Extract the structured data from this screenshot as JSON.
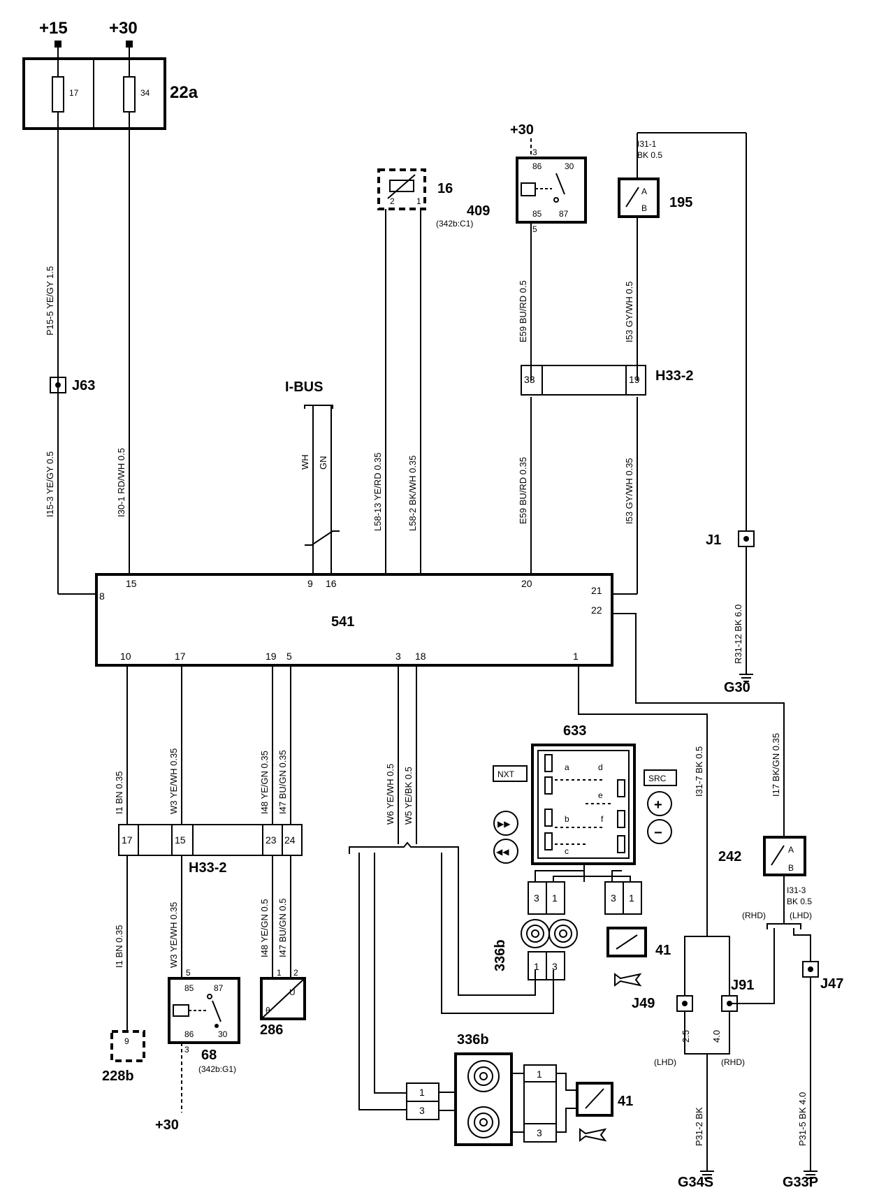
{
  "supply": {
    "kl15": "+15",
    "kl30": "+30",
    "kl30_relay": "+30",
    "kl30_bottom": "+30"
  },
  "fuses": {
    "box": "22a",
    "f17": "17",
    "f34": "34"
  },
  "components": {
    "c541": "541",
    "c409": "409",
    "c409_ref": "(342b:C1)",
    "c16": "16",
    "c195": "195",
    "c633": "633",
    "c242": "242",
    "c68": "68",
    "c68_ref": "(342b:G1)",
    "c286": "286",
    "c228b": "228b",
    "c336b_top": "336b",
    "c336b_bottom": "336b",
    "c41_top": "41",
    "c41_bottom": "41"
  },
  "connectors": {
    "j63": "J63",
    "j1": "J1",
    "j49": "J49",
    "j91": "J91",
    "j47": "J47",
    "h33_upper": "H33-2",
    "h33_lower": "H33-2",
    "g30": "G30",
    "g34s": "G34S",
    "g33p": "G33P"
  },
  "ibus": {
    "label": "I-BUS",
    "wh": "WH",
    "gn": "GN"
  },
  "wires": {
    "p15_5": "P15-5   YE/GY 1.5",
    "i15_3": "I15-3   YE/GY 0.5",
    "i30_1": "I30-1   RD/WH 0.5",
    "l58_13": "L58-13   YE/RD 0.35",
    "l58_2": "L58-2   BK/WH 0.35",
    "e59_top": "E59   BU/RD 0.5",
    "e59_bottom": "E59   BU/RD 0.35",
    "i53_top": "I53   GY/WH 0.5",
    "i53_bottom": "I53   GY/WH 0.35",
    "i31_1_a": "I31-1",
    "i31_1_b": "BK 0.5",
    "r31_12": "R31-12   BK 6.0",
    "i1_top": "I1   BN 0.35",
    "i1_bottom": "I1   BN 0.35",
    "w3_top": "W3 YE/WH 0.35",
    "w3_bottom": "W3 YE/WH 0.35",
    "i48_top": "I48   YE/GN 0.35",
    "i47_top": "I47   BU/GN 0.35",
    "i48_bottom": "I48   YE/GN 0.5",
    "i47_bottom": "I47   BU/GN 0.5",
    "w6": "W6 YE/WH 0.5",
    "w5": "W5 YE/BK 0.5",
    "i31_7": "I31-7   BK 0.5",
    "i17": "I17   BK/GN 0.35",
    "i31_3_a": "I31-3",
    "i31_3_b": "BK  0.5",
    "p31_2": "P31-2   BK",
    "p31_5": "P31-5   BK 4.0",
    "g34s_lhd": "2.5",
    "g34s_rhd": "4.0"
  },
  "variants": {
    "rhd1": "(RHD)",
    "lhd1": "(LHD)",
    "lhd2": "(LHD)",
    "rhd2": "(RHD)"
  },
  "pins": {
    "p541_8": "8",
    "p541_15": "15",
    "p541_9": "9",
    "p541_16": "16",
    "p541_20": "20",
    "p541_21": "21",
    "p541_22": "22",
    "p541_10": "10",
    "p541_17": "17",
    "p541_19": "19",
    "p541_5": "5",
    "p541_3": "3",
    "p541_18": "18",
    "p541_1": "1",
    "r409_3": "3",
    "r409_86": "86",
    "r409_30": "30",
    "r409_85": "85",
    "r409_87": "87",
    "r409_5": "5",
    "s16_2": "2",
    "s16_1": "1",
    "s195_a": "A",
    "s195_b": "B",
    "s242_a": "A",
    "s242_b": "B",
    "h_up_33": "33",
    "h_up_19": "19",
    "h_lo_17": "17",
    "h_lo_15": "15",
    "h_lo_23": "23",
    "h_lo_24": "24",
    "r68_5": "5",
    "r68_85": "85",
    "r68_87": "87",
    "r68_86": "86",
    "r68_30": "30",
    "r68_3": "3",
    "s286_1": "1",
    "s286_2": "2",
    "s286_u": "U",
    "c228b_9": "9",
    "k336_t1": "3",
    "k336_t2": "1",
    "k336_t3": "3",
    "k336_t4": "1",
    "k336_m1": "1",
    "k336_m2": "3",
    "k336_l1": "1",
    "k336_l2": "3",
    "k41_b1": "1",
    "k41_b2": "3",
    "sw_a": "a",
    "sw_b": "b",
    "sw_c": "c",
    "sw_d": "d",
    "sw_e": "e",
    "sw_f": "f"
  },
  "buttons": {
    "nxt": "NXT",
    "src": "SRC",
    "plus": "+",
    "minus": "−",
    "ff": "▶▶",
    "rew": "◀◀"
  }
}
